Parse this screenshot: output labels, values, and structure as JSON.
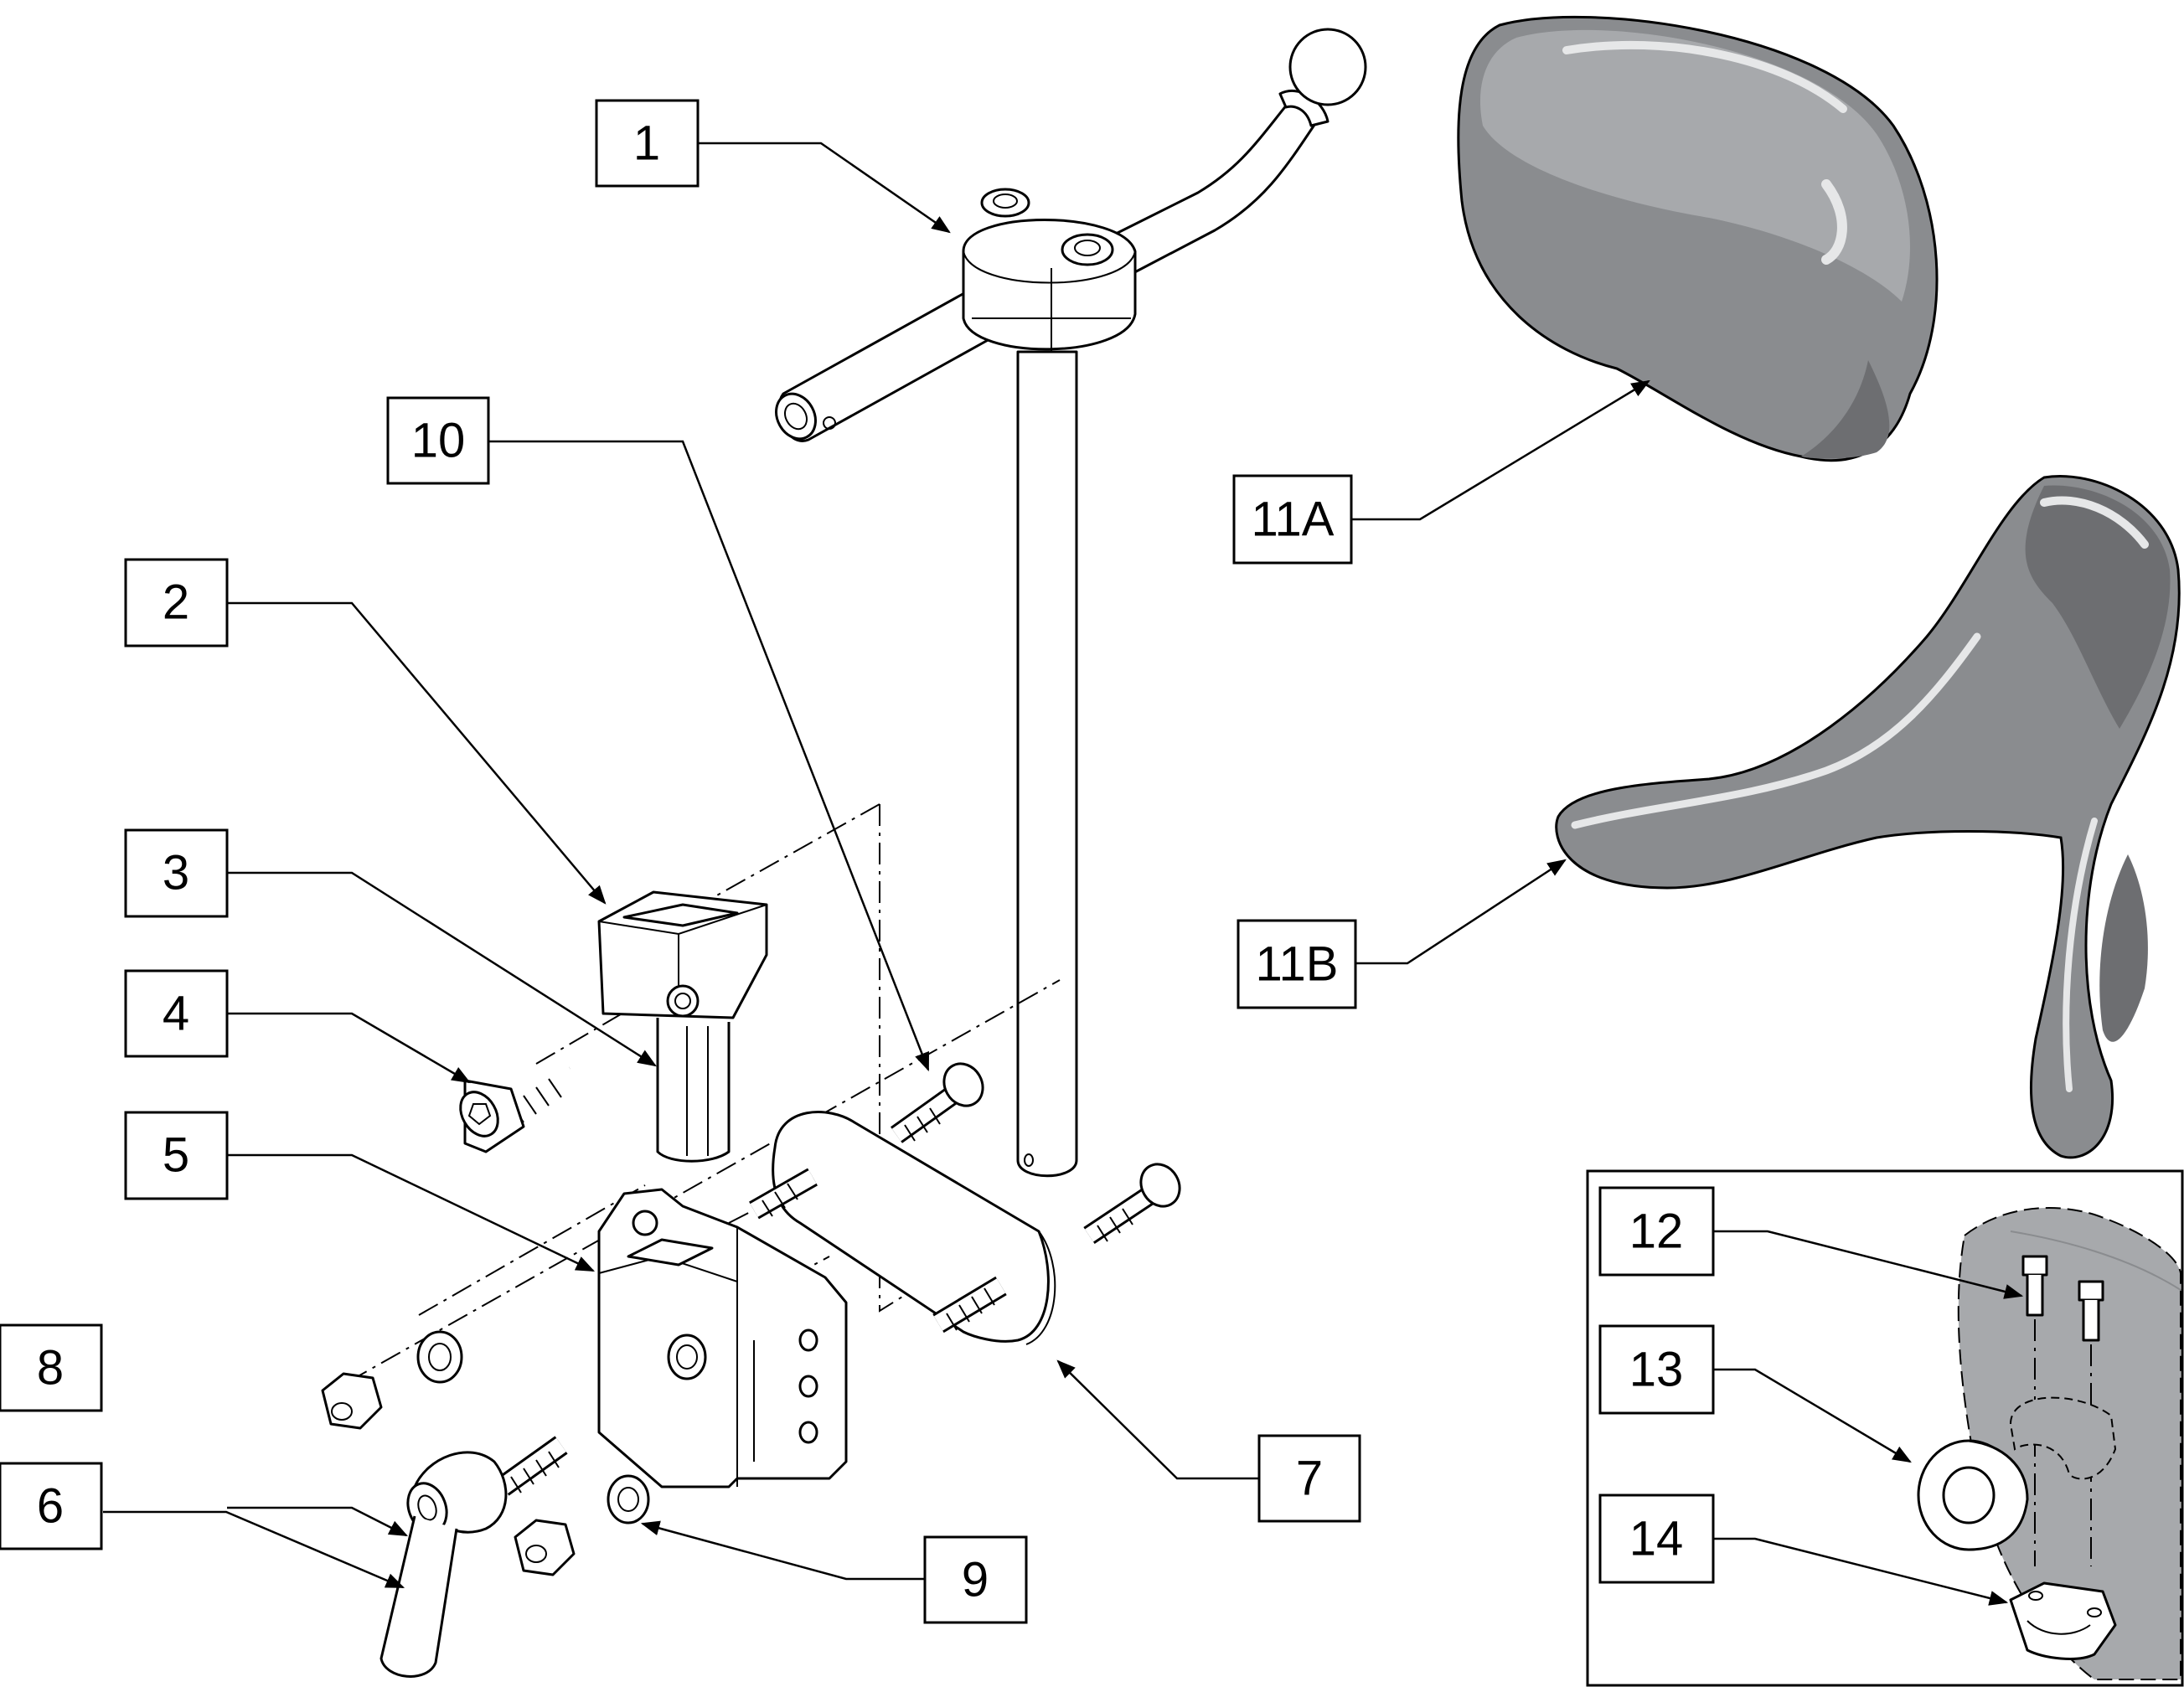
{
  "labels": {
    "l1": "1",
    "l2": "2",
    "l3": "3",
    "l4": "4",
    "l5": "5",
    "l6": "6",
    "l7": "7",
    "l8": "8",
    "l9": "9",
    "l10": "10",
    "l11a": "11A",
    "l11b": "11B",
    "l12": "12",
    "l13": "13",
    "l14": "14"
  },
  "colors": {
    "pad_light": "#a7a9ac",
    "pad_mid": "#8a8c8f",
    "pad_dark": "#6d6e71",
    "highlight": "#e6e7e8"
  }
}
